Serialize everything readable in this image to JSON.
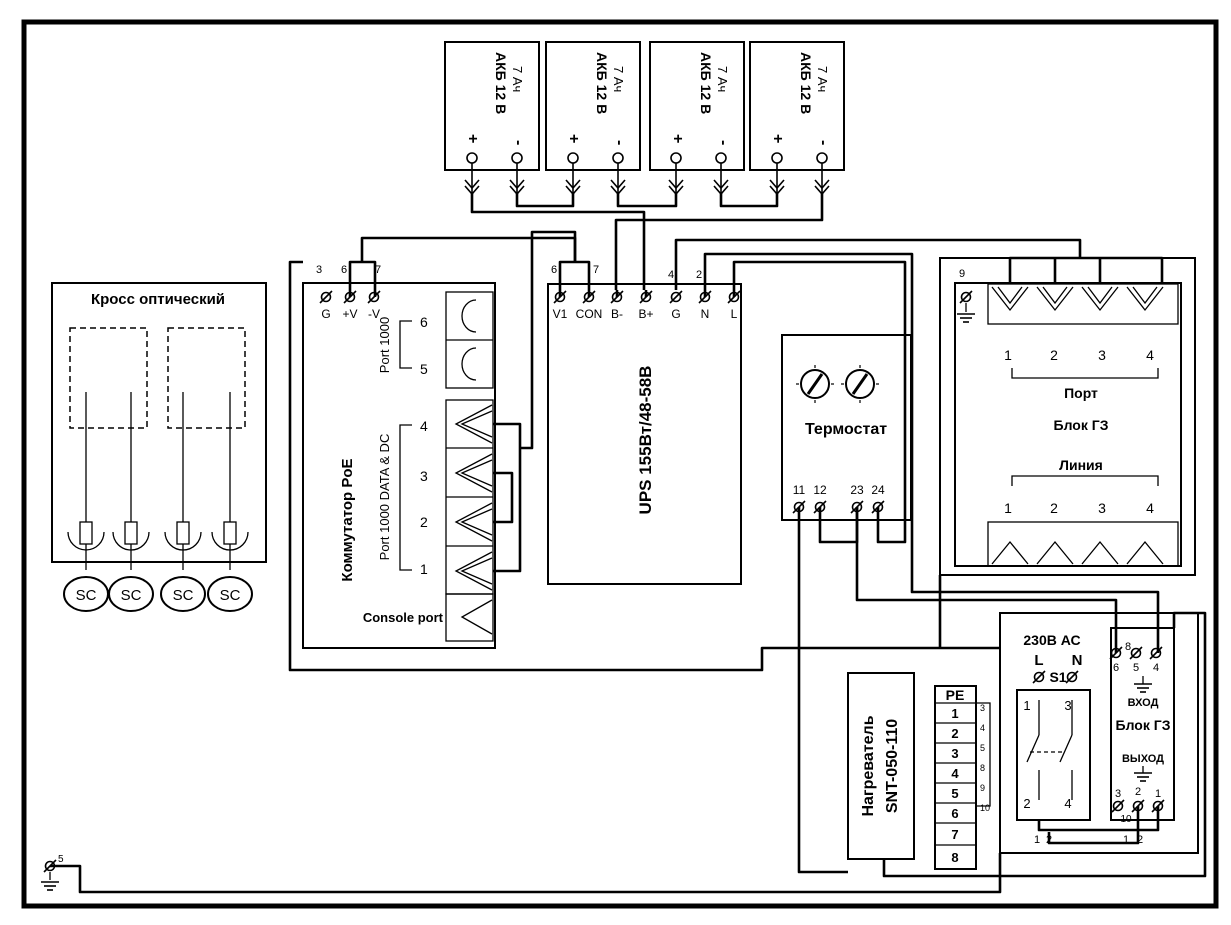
{
  "battery": {
    "title": "АКБ 12 В",
    "capacity": "7 Ач",
    "plus": "+",
    "minus": "-"
  },
  "cross": {
    "title": "Кросс оптический",
    "connector": "SC"
  },
  "switch": {
    "title": "Коммутатор PoE",
    "port1000": "Port 1000",
    "port1000_pins": [
      "6",
      "5"
    ],
    "port_data": "Port 1000 DATA & DC",
    "port_data_pins": [
      "4",
      "3",
      "2",
      "1"
    ],
    "console": "Console port",
    "terminals": [
      "G",
      "+V",
      "-V"
    ],
    "wire_nums": [
      "3",
      "6",
      "7"
    ]
  },
  "ups": {
    "title": "UPS 155Вт/48-58В",
    "terminals": [
      "V1",
      "CON",
      "B-",
      "B+",
      "G",
      "N",
      "L"
    ],
    "wire_nums": [
      "6",
      "7",
      "4",
      "2"
    ]
  },
  "thermostat": {
    "title": "Термостат",
    "terminals": [
      "11",
      "12",
      "23",
      "24"
    ]
  },
  "gz_top": {
    "title": "Блок ГЗ",
    "port": "Порт",
    "line": "Линия",
    "pins": [
      "1",
      "2",
      "3",
      "4"
    ],
    "ground_num": "9"
  },
  "gz_bottom": {
    "title": "Блок ГЗ",
    "input": "ВХОД",
    "output": "ВЫХОД",
    "in_terms": [
      "6",
      "5",
      "4"
    ],
    "out_terms": [
      "3",
      "2",
      "1"
    ],
    "top_num": "8",
    "bottom_nums": [
      "10",
      "1",
      "2"
    ]
  },
  "breaker": {
    "voltage": "230В АС",
    "name": "S1",
    "L": "L",
    "N": "N",
    "pins": [
      "1",
      "3",
      "2",
      "4"
    ],
    "bottom_nums": [
      "1",
      "2"
    ]
  },
  "heater": {
    "title": "Нагреватель",
    "model": "SNT-050-110"
  },
  "terminal_block": {
    "header": "PE",
    "rows": [
      "1",
      "2",
      "3",
      "4",
      "5",
      "6",
      "7",
      "8"
    ],
    "side_nums": [
      "3",
      "4",
      "5",
      "8",
      "9",
      "10"
    ]
  },
  "ground_main": {
    "num": "5"
  }
}
